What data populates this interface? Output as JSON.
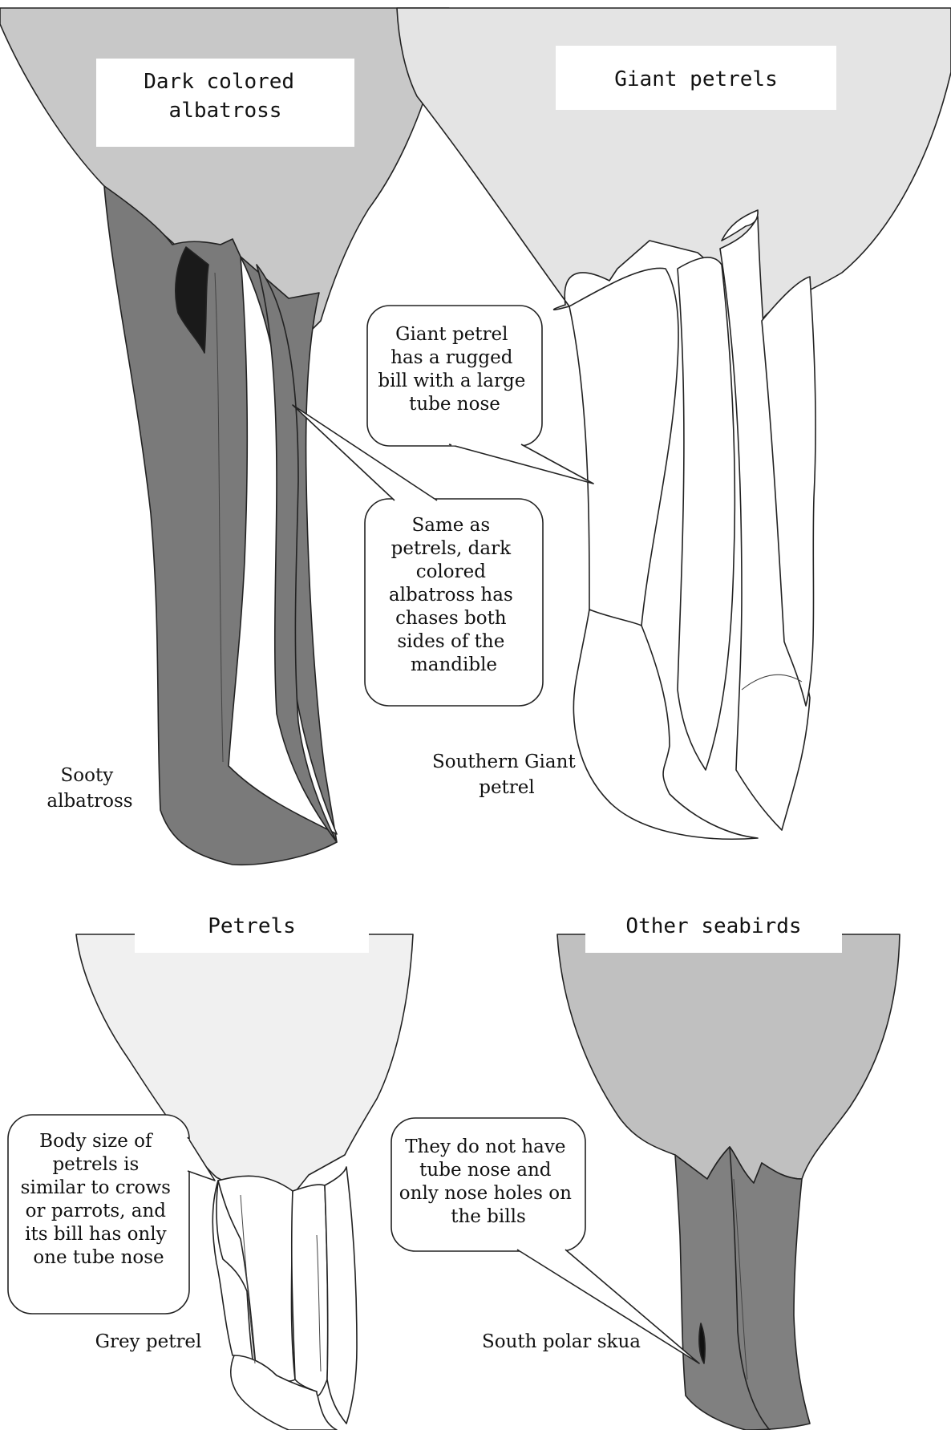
{
  "panels": {
    "dark_albatross": {
      "heading": [
        "Dark colored",
        "albatross"
      ],
      "species": [
        "Sooty",
        "albatross"
      ],
      "callout": [
        "Same as",
        "petrels, dark",
        "colored",
        "albatross has",
        "chases both",
        "sides of the",
        "mandible"
      ]
    },
    "giant_petrels": {
      "heading": [
        "Giant petrels"
      ],
      "species": [
        "Southern Giant",
        "petrel"
      ],
      "callout": [
        "Giant petrel",
        "has a rugged",
        "bill with a large",
        "tube nose"
      ]
    },
    "petrels": {
      "heading": [
        "Petrels"
      ],
      "species": [
        "Grey petrel"
      ],
      "callout": [
        "Body size of",
        "petrels is",
        "similar to crows",
        "or parrots, and",
        "its bill has only",
        "one tube nose"
      ]
    },
    "other_seabirds": {
      "heading": [
        "Other seabirds"
      ],
      "species": [
        "South polar skua"
      ],
      "callout": [
        "They do not have",
        "tube nose and",
        "only nose holes on",
        "the bills"
      ]
    }
  },
  "colors": {
    "albatross_head": "#c8c8c8",
    "albatross_bill": "#7a7a7a",
    "giant_petrel_head": "#e4e4e4",
    "petrel_head": "#f0f0f0",
    "skua_head": "#c0c0c0",
    "skua_bill": "#808080"
  }
}
